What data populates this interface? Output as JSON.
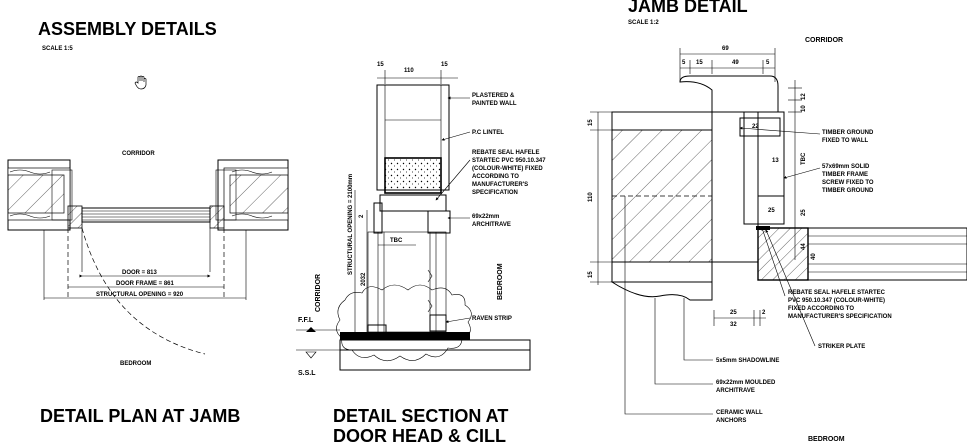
{
  "titles": {
    "assembly": "ASSEMBLY DETAILS",
    "assembly_scale": "SCALE 1:5",
    "jamb": "JAMB DETAIL",
    "jamb_scale": "SCALE 1:2",
    "plan": "DETAIL PLAN AT JAMB",
    "section_line1": "DETAIL SECTION AT",
    "section_line2": "DOOR HEAD & CILL"
  },
  "plan": {
    "corridor": "CORRIDOR",
    "bedroom": "BEDROOM",
    "door": "DOOR = 813",
    "frame": "DOOR FRAME = 861",
    "opening": "STRUCTURAL OPENING = 920"
  },
  "section": {
    "dim_15a": "15",
    "dim_110": "110",
    "dim_15b": "15",
    "plastered": "PLASTERED &",
    "painted": "PAINTED WALL",
    "lintel": "P.C LINTEL",
    "rebate1": "REBATE SEAL HAFELE",
    "rebate2": "STARTEC PVC 950.10.347",
    "rebate3": "(COLOUR-WHITE) FIXED",
    "rebate4": "ACCORDING TO",
    "rebate5": "MANUFACTURER'S",
    "rebate6": "SPECIFICATION",
    "arch1": "69x22mm",
    "arch2": "ARCHITRAVE",
    "dim_2": "2",
    "tbc": "TBC",
    "struct_opening": "STRUCTURAL OPENING = 2100mm",
    "dim_2032": "2032",
    "corridor": "CORRIDOR",
    "bedroom": "BEDROOM",
    "raven": "RAVEN STRIP",
    "ffl": "F.F.L",
    "ssl": "S.S.L"
  },
  "jamb": {
    "corridor": "CORRIDOR",
    "bedroom": "BEDROOM",
    "dim_69": "69",
    "dim_5a": "5",
    "dim_15": "15",
    "dim_49": "49",
    "dim_5b": "5",
    "dim_12": "12",
    "dim_10": "10",
    "dim_22": "22",
    "dim_13": "13",
    "tbc": "TBC",
    "dim_25v": "25",
    "dim_25h": "25",
    "dim_44": "44",
    "dim_40": "40",
    "dim_15l1": "15",
    "dim_110": "110",
    "dim_15l2": "15",
    "dim_25b": "25",
    "dim_2b": "2",
    "dim_32": "32",
    "timber1": "TIMBER GROUND",
    "timber2": "FIXED TO WALL",
    "solid1": "57x69mm SOLID",
    "solid2": "TIMBER FRAME",
    "solid3": "SCREW FIXED TO",
    "solid4": "TIMBER GROUND",
    "rebate1": "REBATE SEAL HAFELE STARTEC",
    "rebate2": "PVC 950.10.347 (COLOUR-WHITE)",
    "rebate3": "FIXED ACCORDING TO",
    "rebate4": "MANUFACTURER'S SPECIFICATION",
    "striker": "STRIKER PLATE",
    "shadow": "5x5mm SHADOWLINE",
    "moulded1": "69x22mm MOULDED",
    "moulded2": "ARCHITRAVE",
    "ceramic1": "CERAMIC WALL",
    "ceramic2": "ANCHORS"
  }
}
